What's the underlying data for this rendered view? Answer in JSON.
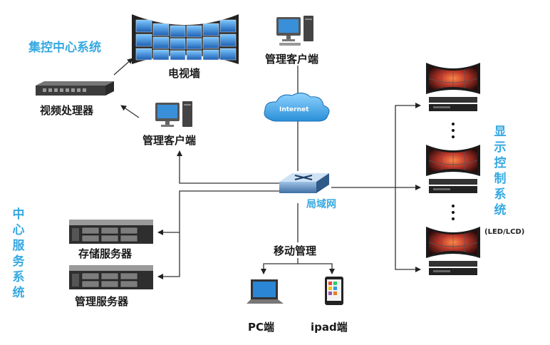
{
  "labels": {
    "central_control": "集控中心系统",
    "tv_wall": "电视墙",
    "mgmt_client_top": "管理客户端",
    "video_processor": "视频处理器",
    "mgmt_client_mid": "管理客户端",
    "internet": "Internet",
    "lan": "局域网",
    "display_control": "显示控制系统",
    "led_lcd": "(LED/LCD)",
    "center_service": "中心服务系统",
    "storage_server": "存储服务器",
    "mgmt_server": "管理服务器",
    "mobile_mgmt": "移动管理",
    "pc": "PC端",
    "ipad": "ipad端"
  },
  "colors": {
    "accent_blue": "#36a9e1",
    "line": "#333333",
    "screen_glow": "#ff6a3d"
  }
}
